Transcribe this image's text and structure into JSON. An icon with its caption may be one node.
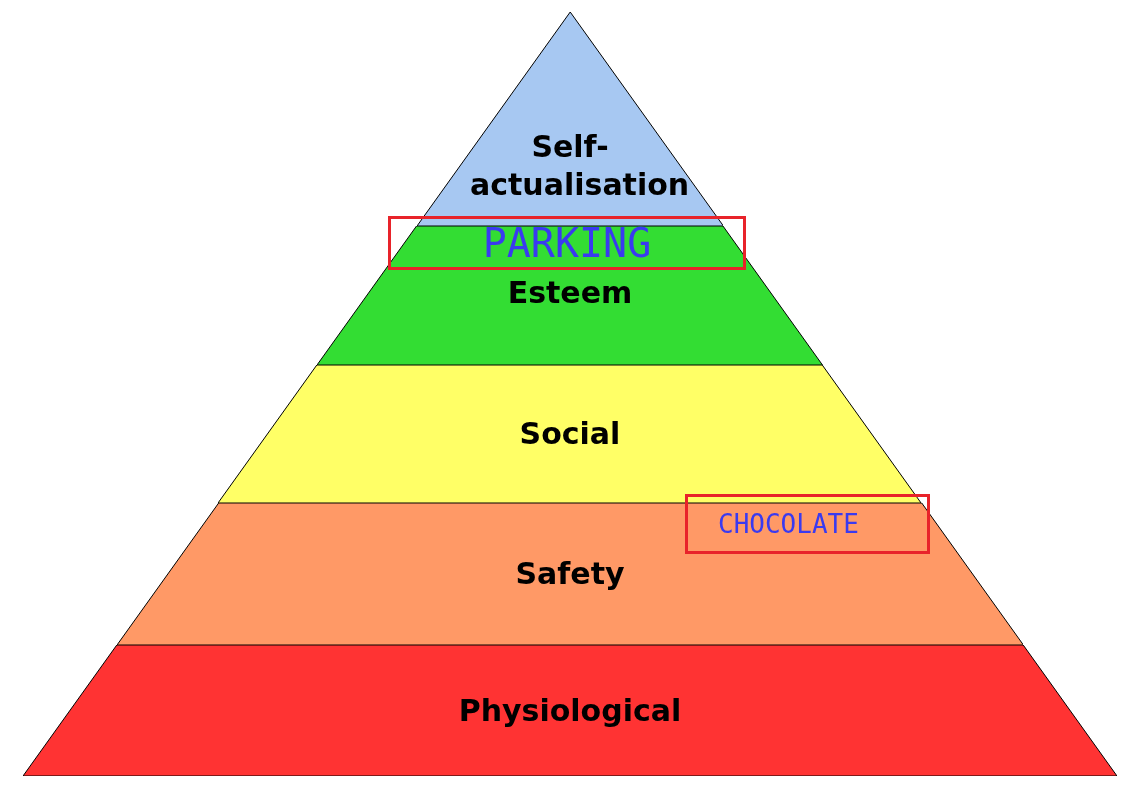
{
  "diagram": {
    "nodes": [
      {
        "text": [
          "Self-actualisation"
        ]
      },
      {
        "text": [
          "PARKING"
        ]
      },
      {
        "text": [
          "Esteem"
        ]
      },
      {
        "text": [
          "Social"
        ]
      },
      {
        "text": [
          "CHOCOLATE"
        ]
      },
      {
        "text": [
          "Safety"
        ]
      },
      {
        "text": [
          "Physiological"
        ]
      }
    ],
    "edges": []
  }
}
